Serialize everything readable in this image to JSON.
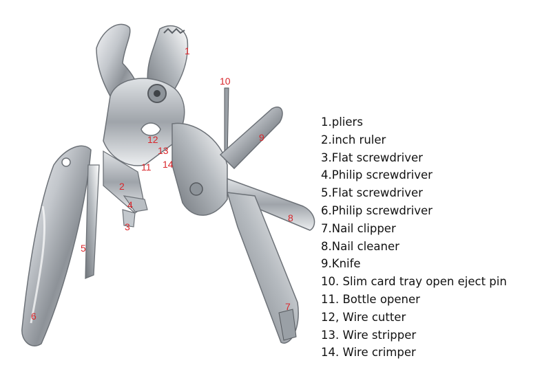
{
  "callouts": {
    "c1": "1",
    "c2": "2",
    "c3": "3",
    "c4": "4",
    "c5": "5",
    "c6": "6",
    "c7": "7",
    "c8": "8",
    "c9": "9",
    "c10": "10",
    "c11": "11",
    "c12": "12",
    "c13": "13",
    "c14": "14"
  },
  "features": [
    "1.pliers",
    "2.inch ruler",
    "3.Flat screwdriver",
    "4.Philip screwdriver",
    "5.Flat screwdriver",
    "6.Philip screwdriver",
    "7.Nail clipper",
    "8.Nail cleaner",
    "9.Knife",
    "10. Slim card tray open eject pin",
    "11. Bottle opener",
    "12, Wire cutter",
    "13. Wire stripper",
    "14. Wire crimper"
  ],
  "colors": {
    "callout": "#d9262b",
    "text": "#111111",
    "steel": "#c9cdd2"
  }
}
